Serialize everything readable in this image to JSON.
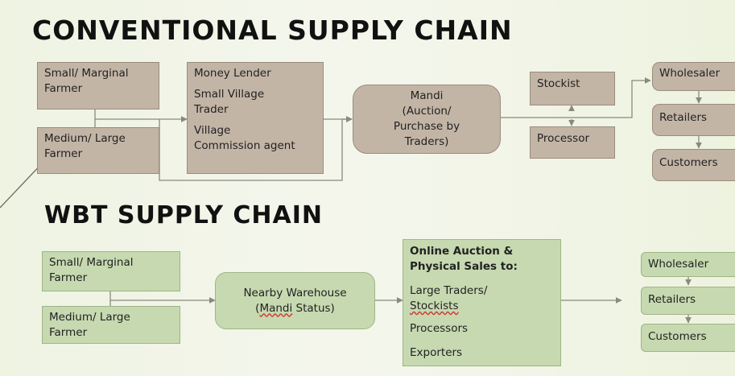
{
  "conventional": {
    "title": "CONVENTIONAL SUPPLY CHAIN",
    "small_farmer": {
      "line1": "Small/ Marginal",
      "line2": "Farmer"
    },
    "medium_farmer": {
      "line1": "Medium/ Large",
      "line2": "Farmer"
    },
    "middlemen": {
      "line1": "Money Lender",
      "line2": "Small Village",
      "line3": "Trader",
      "line4": "Village",
      "line5": "Commission agent"
    },
    "mandi": {
      "line1": "Mandi",
      "line2": "(Auction/",
      "line3": "Purchase by",
      "line4": "Traders)"
    },
    "stockist": "Stockist",
    "processor": "Processor",
    "wholesaler": "Wholesaler",
    "retailers": "Retailers",
    "customers": "Customers"
  },
  "wbt": {
    "title": "WBT SUPPLY CHAIN",
    "small_farmer": {
      "line1": "Small/ Marginal",
      "line2": "Farmer"
    },
    "medium_farmer": {
      "line1": "Medium/ Large",
      "line2": "Farmer"
    },
    "warehouse": {
      "line1": "Nearby Warehouse",
      "line2_prefix": "(",
      "line2_word": "Mandi",
      "line2_suffix": " Status)"
    },
    "online": {
      "heading1": "Online Auction &",
      "heading2": "Physical Sales to:",
      "item1a": "Large Traders/",
      "item1b": "Stockists",
      "item2": "Processors",
      "item3": "Exporters"
    },
    "wholesaler": "Wholesaler",
    "retailers": "Retailers",
    "customers": "Customers"
  },
  "colors": {
    "conventional_box": "#c3b5a6",
    "wbt_box": "#c7d9b0",
    "connector": "#8a8a7a"
  }
}
